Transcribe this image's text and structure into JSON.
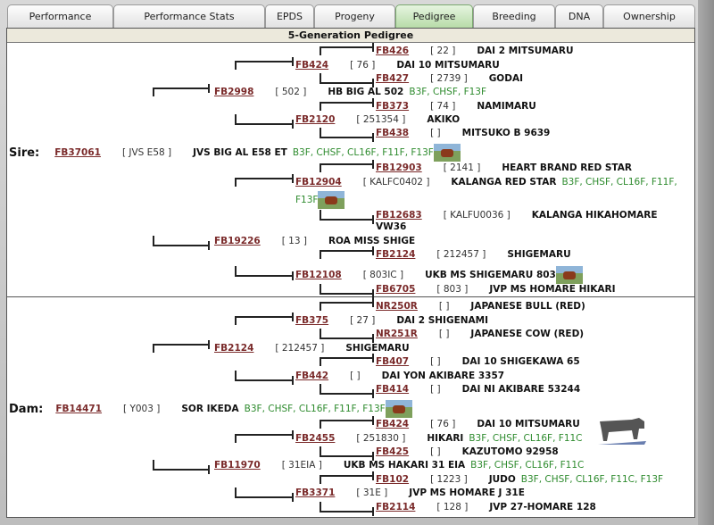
{
  "tabs": [
    {
      "label": "Performance",
      "active": false
    },
    {
      "label": "Performance Stats",
      "active": false
    },
    {
      "label": "EPDS",
      "active": false
    },
    {
      "label": "Progeny",
      "active": false
    },
    {
      "label": "Pedigree",
      "active": true
    },
    {
      "label": "Breeding",
      "active": false
    },
    {
      "label": "DNA",
      "active": false
    },
    {
      "label": "Ownership",
      "active": false
    }
  ],
  "title": "5-Generation Pedigree",
  "colors": {
    "link": "#7a2a2a",
    "traits": "#2e8b2e",
    "active_tab": "#b7dca8"
  },
  "rows": [
    {
      "gen": 4,
      "side": "top",
      "id": "FB426",
      "reg": "[ 22 ]",
      "name": "DAI 2 MITSUMARU"
    },
    {
      "gen": 3,
      "side": "top",
      "id": "FB424",
      "reg": "[ 76 ]",
      "name": "DAI 10 MITSUMARU"
    },
    {
      "gen": 4,
      "side": "bottom",
      "id": "FB427",
      "reg": "[ 2739 ]",
      "name": "GODAI"
    },
    {
      "gen": 2,
      "side": "top",
      "id": "FB2998",
      "reg": "[ 502 ]",
      "name": "HB BIG AL 502",
      "traits": "B3F, CHSF, F13F"
    },
    {
      "gen": 4,
      "side": "top",
      "id": "FB373",
      "reg": "[ 74 ]",
      "name": "NAMIMARU"
    },
    {
      "gen": 3,
      "side": "bottom",
      "id": "FB2120",
      "reg": "[ 251354 ]",
      "name": "AKIKO"
    },
    {
      "gen": 4,
      "side": "bottom",
      "id": "FB438",
      "reg": "[ ]",
      "name": "MITSUKO B 9639"
    },
    {
      "gen": 1,
      "label": "Sire:",
      "id": "FB37061",
      "reg": "[ JVS E58 ]",
      "name": "JVS BIG AL E58 ET",
      "traits": "B3F, CHSF, CL16F, F11F, F13F",
      "photo": true
    },
    {
      "gen": 4,
      "side": "top",
      "id": "FB12903",
      "reg": "[ 2141 ]",
      "name": "HEART BRAND RED STAR"
    },
    {
      "gen": 3,
      "side": "top",
      "id": "FB12904",
      "reg": "[ KALFC0402 ]",
      "name": "KALANGA RED STAR",
      "traits": "B3F, CHSF, CL16F, F11F,",
      "traits_cont": "F13F",
      "photo_cont": true
    },
    {
      "gen": 4,
      "side": "bottom",
      "id": "FB12683",
      "reg": "[ KALFU0036 ]",
      "name": "KALANGA HIKAHOMARE",
      "name_cont": "VW36"
    },
    {
      "gen": 2,
      "side": "bottom",
      "id": "FB19226",
      "reg": "[ 13 ]",
      "name": "ROA MISS SHIGE"
    },
    {
      "gen": 4,
      "side": "top",
      "id": "FB2124",
      "reg": "[ 212457 ]",
      "name": "SHIGEMARU"
    },
    {
      "gen": 3,
      "side": "bottom",
      "id": "FB12108",
      "reg": "[ 803IC ]",
      "name": "UKB MS SHIGEMARU 803",
      "photo": true
    },
    {
      "gen": 4,
      "side": "bottom",
      "id": "FB6705",
      "reg": "[ 803 ]",
      "name": "JVP MS HOMARE HIKARI"
    },
    {
      "gen": 4,
      "side": "top",
      "id": "NR250R",
      "reg": "[ ]",
      "name": "JAPANESE BULL (RED)"
    },
    {
      "gen": 3,
      "side": "top",
      "id": "FB375",
      "reg": "[ 27 ]",
      "name": "DAI 2 SHIGENAMI"
    },
    {
      "gen": 4,
      "side": "bottom",
      "id": "NR251R",
      "reg": "[ ]",
      "name": "JAPANESE COW (RED)"
    },
    {
      "gen": 2,
      "side": "top",
      "id": "FB2124",
      "reg": "[ 212457 ]",
      "name": "SHIGEMARU"
    },
    {
      "gen": 4,
      "side": "top",
      "id": "FB407",
      "reg": "[ ]",
      "name": "DAI 10 SHIGEKAWA 65"
    },
    {
      "gen": 3,
      "side": "bottom",
      "id": "FB442",
      "reg": "[ ]",
      "name": "DAI YON AKIBARE 3357"
    },
    {
      "gen": 4,
      "side": "bottom",
      "id": "FB414",
      "reg": "[ ]",
      "name": "DAI NI AKIBARE 53244"
    },
    {
      "gen": 1,
      "label": "Dam:",
      "id": "FB14471",
      "reg": "[ Y003 ]",
      "name": "SOR IKEDA",
      "traits": "B3F, CHSF, CL16F, F11F, F13F",
      "photo": true
    },
    {
      "gen": 4,
      "side": "top",
      "id": "FB424",
      "reg": "[ 76 ]",
      "name": "DAI 10 MITSUMARU"
    },
    {
      "gen": 3,
      "side": "top",
      "id": "FB2455",
      "reg": "[ 251830 ]",
      "name": "HIKARI",
      "traits": "B3F, CHSF, CL16F, F11C"
    },
    {
      "gen": 4,
      "side": "bottom",
      "id": "FB425",
      "reg": "[ ]",
      "name": "KAZUTOMO 92958"
    },
    {
      "gen": 2,
      "side": "bottom",
      "id": "FB11970",
      "reg": "[ 31EIA ]",
      "name": "UKB MS HAKARI 31 EIA",
      "traits": "B3F, CHSF, CL16F, F11C"
    },
    {
      "gen": 4,
      "side": "top",
      "id": "FB102",
      "reg": "[ 1223 ]",
      "name": "JUDO",
      "traits": "B3F, CHSF, CL16F, F11C, F13F"
    },
    {
      "gen": 3,
      "side": "bottom",
      "id": "FB3371",
      "reg": "[ 31E ]",
      "name": "JVP MS HOMARE J 31E"
    },
    {
      "gen": 4,
      "side": "bottom",
      "id": "FB2114",
      "reg": "[ 128 ]",
      "name": "JVP 27-HOMARE 128"
    }
  ]
}
